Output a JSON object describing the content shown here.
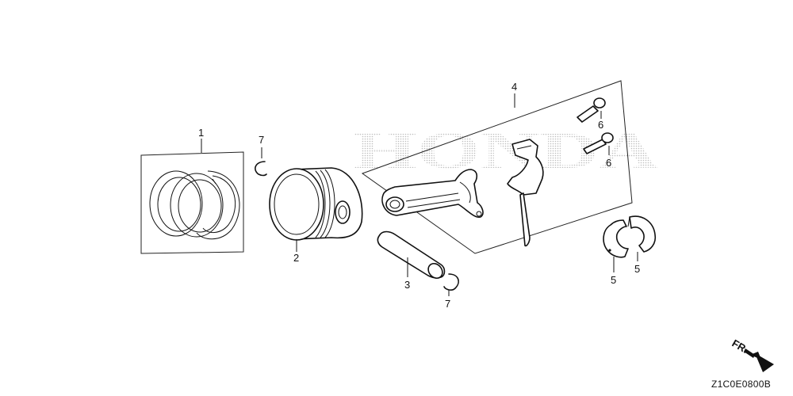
{
  "callouts": {
    "c1": "1",
    "c2": "2",
    "c3": "3",
    "c4": "4",
    "c5a": "5",
    "c5b": "5",
    "c6a": "6",
    "c6b": "6",
    "c7a": "7",
    "c7b": "7"
  },
  "watermark": "HONDA",
  "direction_label": "FR.",
  "diagram_code": "Z1C0E0800B",
  "colors": {
    "ink": "#111111",
    "watermark": "#c8c8c8"
  }
}
